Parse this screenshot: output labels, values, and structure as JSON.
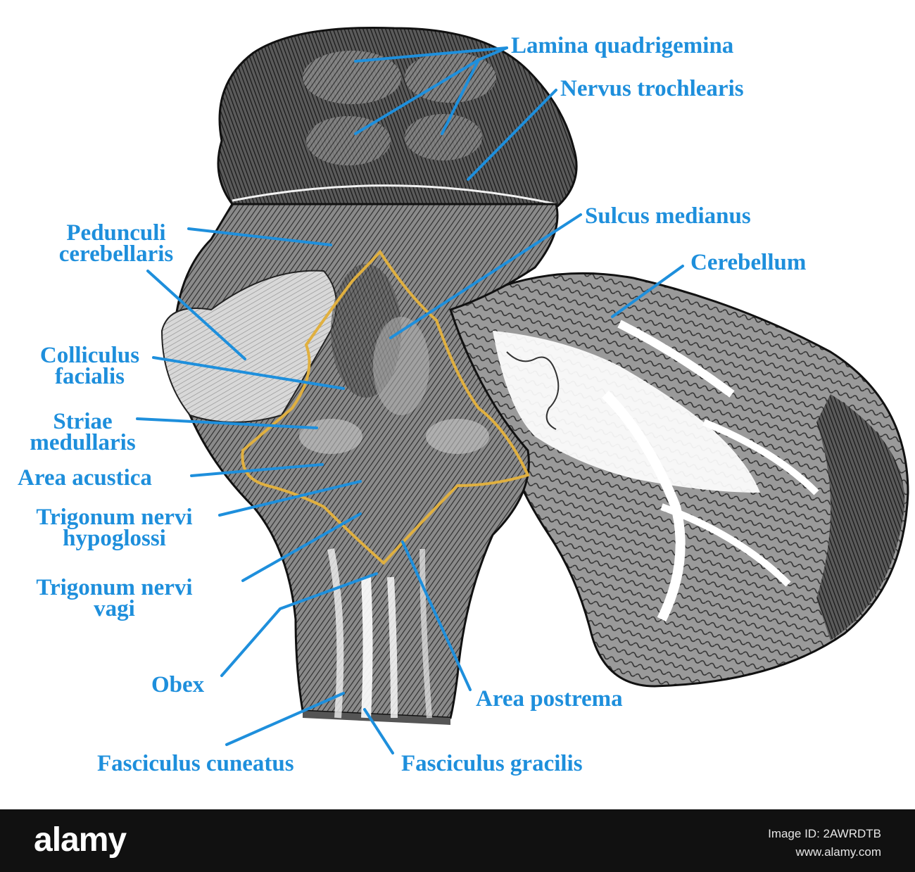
{
  "colors": {
    "label": "#1e8fdc",
    "outline": "#e0b040",
    "footer": "#111111"
  },
  "labels": {
    "lamina_quadrigemina": "Lamina quadrigemina",
    "nervus_trochlearis": "Nervus trochlearis",
    "sulcus_medianus": "Sulcus medianus",
    "cerebellum": "Cerebellum",
    "pedunculi_1": "Pedunculi",
    "pedunculi_2": "cerebellaris",
    "colliculus_1": "Colliculus",
    "colliculus_2": "facialis",
    "striae_1": "Striae",
    "striae_2": "medullaris",
    "area_acustica": "Area acustica",
    "trig_hypo_1": "Trigonum nervi",
    "trig_hypo_2": "hypoglossi",
    "trig_vagi_1": "Trigonum nervi",
    "trig_vagi_2": "vagi",
    "obex": "Obex",
    "area_postrema": "Area postrema",
    "fasc_cuneatus": "Fasciculus cuneatus",
    "fasc_gracilis": "Fasciculus gracilis"
  },
  "footer": {
    "brand": "alamy",
    "image_id_label": "Image ID: 2AWRDTB",
    "site": "www.alamy.com"
  }
}
